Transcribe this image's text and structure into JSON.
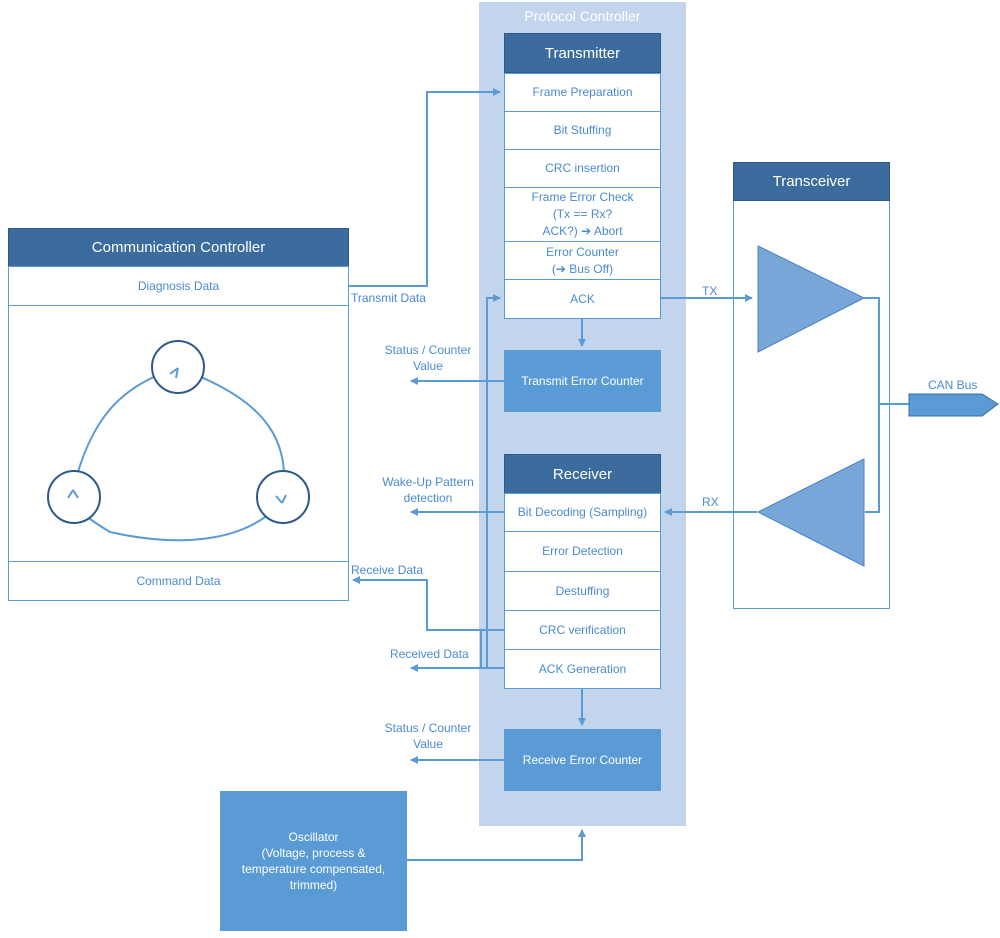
{
  "protocol_controller": {
    "title": "Protocol Controller",
    "transmitter": {
      "title": "Transmitter",
      "rows": {
        "frame_prep": "Frame Preparation",
        "bit_stuffing": "Bit Stuffing",
        "crc_insertion": "CRC insertion",
        "frame_error_1": "Frame Error Check",
        "frame_error_2": "(Tx == Rx?",
        "frame_error_3": "ACK?) ➔ Abort",
        "error_counter_1": "Error Counter",
        "error_counter_2": "(➔ Bus Off)",
        "ack": "ACK"
      }
    },
    "transmit_error_counter": "Transmit Error Counter",
    "receiver": {
      "title": "Receiver",
      "rows": {
        "bit_decoding": "Bit Decoding (Sampling)",
        "error_detection": "Error Detection",
        "destuffing": "Destuffing",
        "crc_verification": "CRC verification",
        "ack_generation": "ACK Generation"
      }
    },
    "receive_error_counter": "Receive Error Counter"
  },
  "transceiver": {
    "title": "Transceiver"
  },
  "communication_controller": {
    "title": "Communication Controller",
    "diagnosis_data": "Diagnosis Data",
    "command_data": "Command Data"
  },
  "oscillator": {
    "line1": "Oscillator",
    "line2": "(Voltage, process &",
    "line3": "temperature compensated,",
    "line4": "trimmed)"
  },
  "labels": {
    "transmit_data": "Transmit Data",
    "status_counter_1a": "Status / Counter",
    "status_counter_1b": "Value",
    "wake_up_a": "Wake-Up Pattern",
    "wake_up_b": "detection",
    "receive_data": "Receive Data",
    "received_data": "Received Data",
    "status_counter_2a": "Status / Counter",
    "status_counter_2b": "Value",
    "tx": "TX",
    "rx": "RX",
    "can_bus": "CAN Bus"
  },
  "colors": {
    "panel": "#c3d5ec",
    "header": "#3c6b9e",
    "accent": "#5b9bd5",
    "text": "#4a8ad0"
  }
}
